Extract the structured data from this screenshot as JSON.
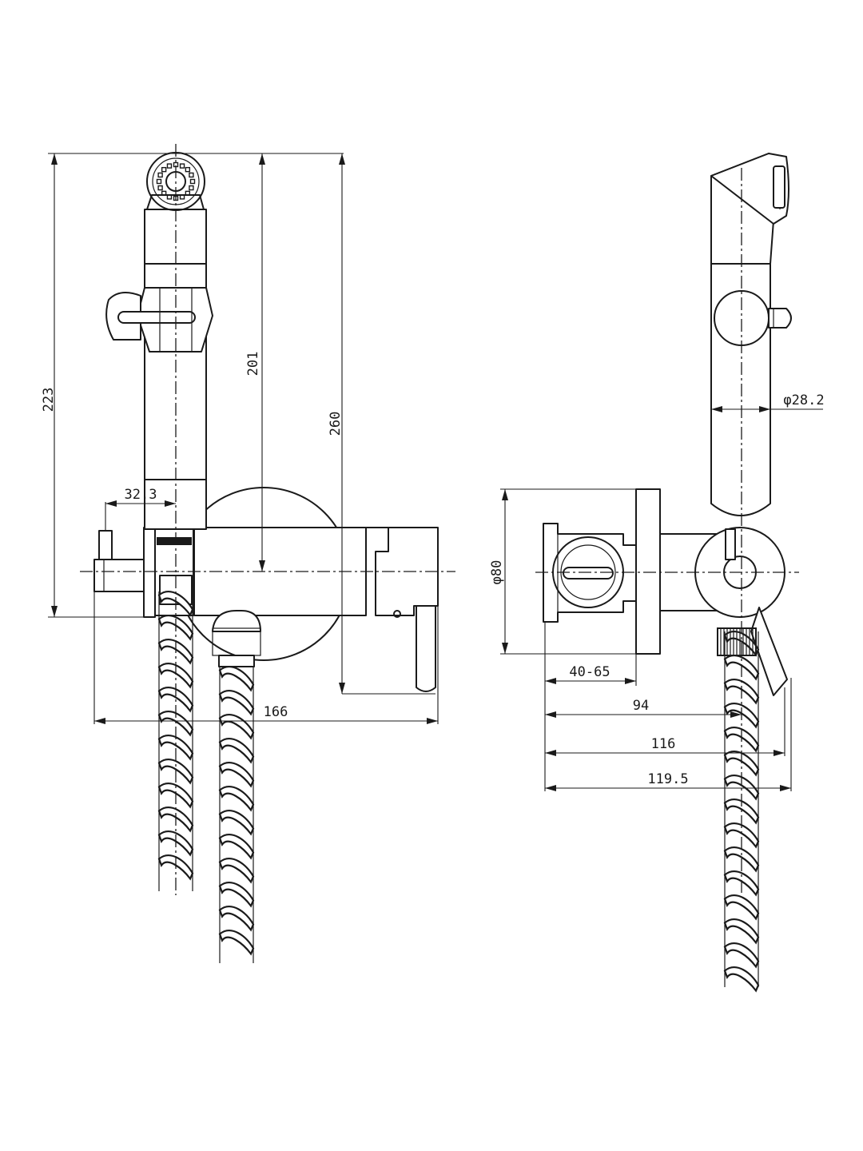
{
  "dimensions": {
    "front_view": {
      "height_223": "223",
      "height_201": "201",
      "height_260": "260",
      "width_32_3": "32.3",
      "width_166": "166"
    },
    "side_view": {
      "diameter_28_2": "φ28.2",
      "diameter_80": "φ80",
      "depth_40_65": "40-65",
      "depth_94": "94",
      "depth_116": "116",
      "depth_119_5": "119.5"
    }
  },
  "colors": {
    "line": "#1a1a1a",
    "background": "#ffffff"
  }
}
